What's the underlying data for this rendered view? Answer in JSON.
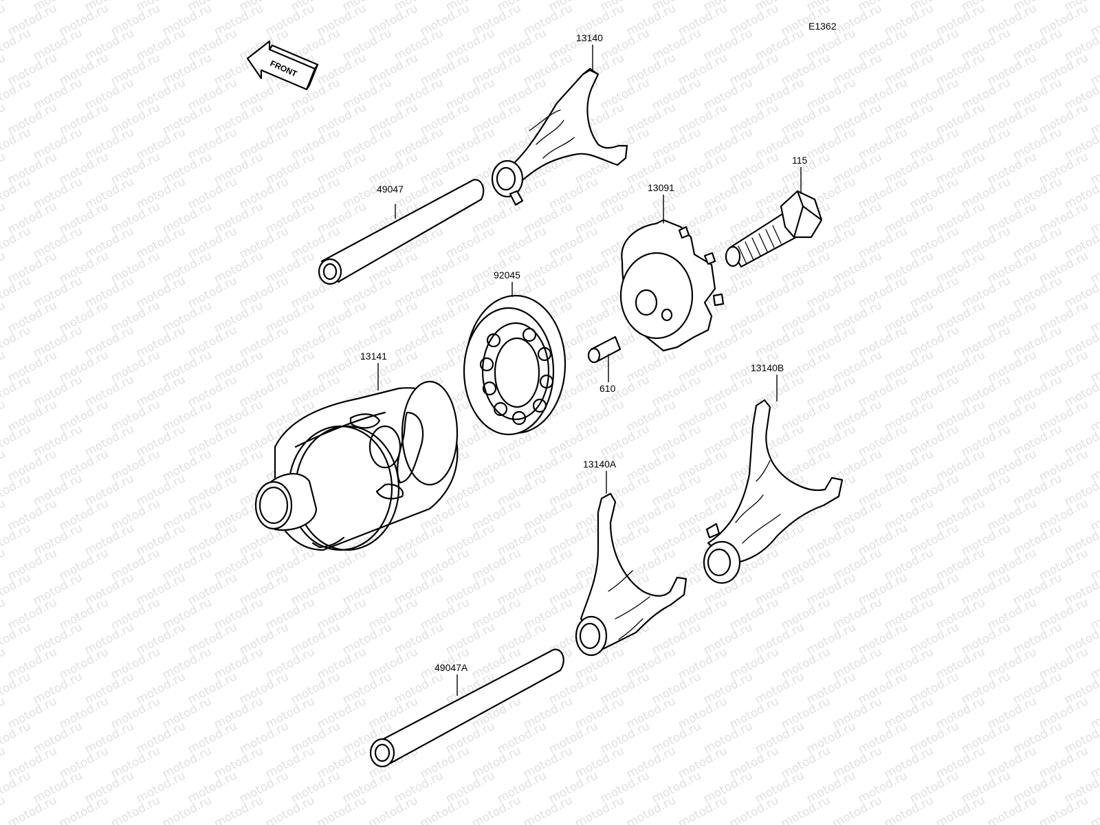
{
  "diagram_code": "E1362",
  "front_label": "FRONT",
  "watermark_text": "motod.ru",
  "parts": {
    "fork_13140": "13140",
    "shaft_49047": "49047",
    "bolt_115": "115",
    "plate_13091": "13091",
    "bearing_92045": "92045",
    "drum_13141": "13141",
    "pin_610": "610",
    "fork_13140b": "13140B",
    "fork_13140a": "13140A",
    "shaft_49047a": "49047A"
  }
}
